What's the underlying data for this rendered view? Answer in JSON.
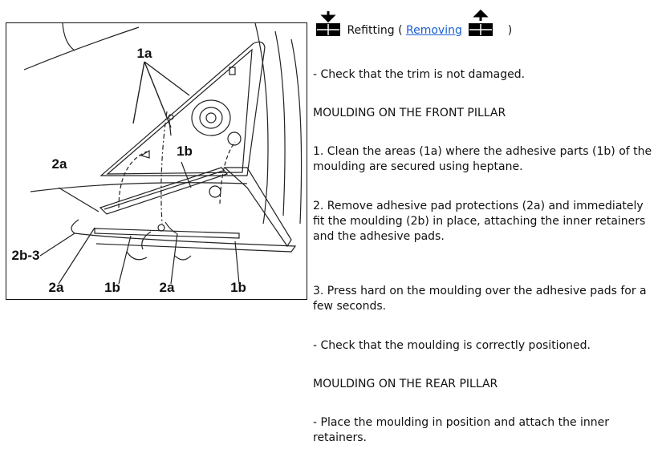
{
  "header": {
    "refit_icon": "box-down-arrow-icon",
    "refit_label": "Refitting",
    "open_paren": "(",
    "removing_link": "Removing",
    "remove_icon": "box-up-arrow-icon",
    "close_paren": ")"
  },
  "figure": {
    "labels": [
      "1a",
      "1b",
      "2a",
      "2b-3",
      "2a",
      "1b",
      "2a",
      "1b"
    ]
  },
  "content": {
    "check_trim": "- Check that the trim is not damaged.",
    "front_heading": "MOULDING ON THE FRONT PILLAR",
    "step1": "1. Clean the areas (1a) where the adhesive parts (1b) of the moulding are secured using heptane.",
    "step2": "2. Remove adhesive pad protections (2a) and immediately fit the moulding (2b) in place, attaching the inner retainers and the adhesive pads.",
    "step3": "3. Press hard on the moulding over the adhesive pads for a few seconds.",
    "check_position": "- Check that the moulding is correctly positioned.",
    "rear_heading": "MOULDING ON THE REAR PILLAR",
    "rear_step": "- Place the moulding in position and attach the inner retainers."
  }
}
